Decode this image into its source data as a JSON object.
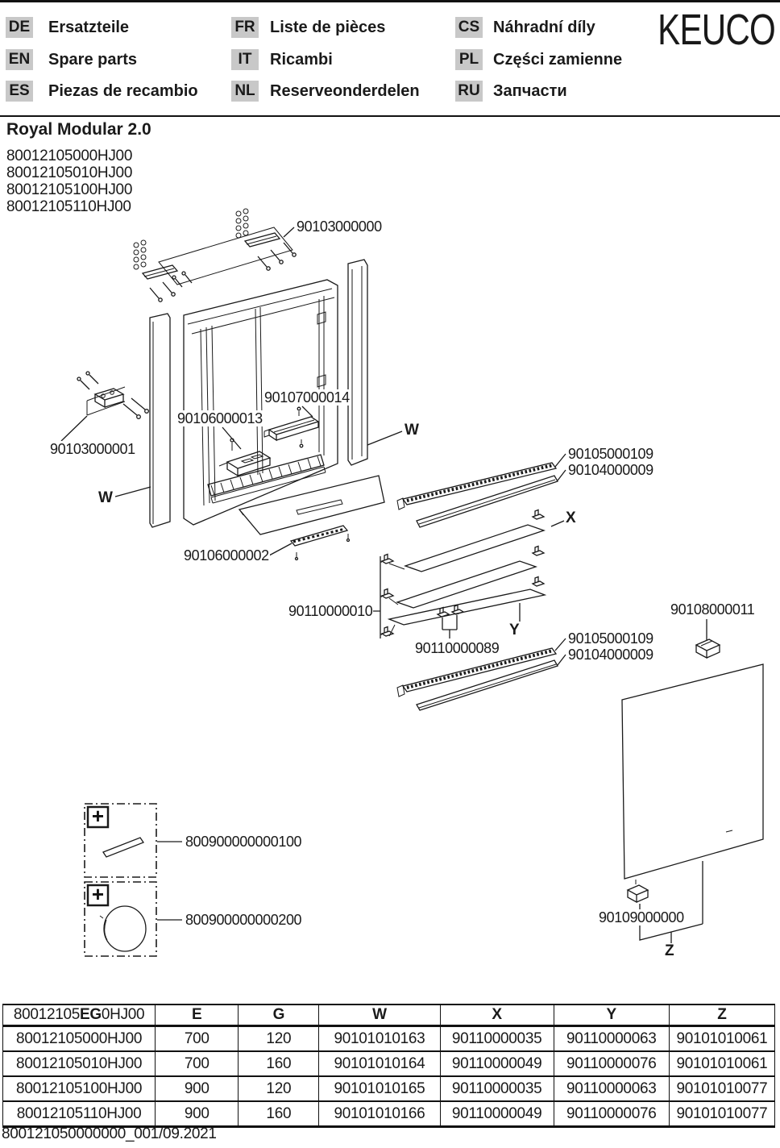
{
  "header": {
    "brand": "KEUCO",
    "languages": [
      {
        "code": "DE",
        "label": "Ersatzteile"
      },
      {
        "code": "EN",
        "label": "Spare parts"
      },
      {
        "code": "ES",
        "label": "Piezas de recambio"
      },
      {
        "code": "FR",
        "label": "Liste de pièces"
      },
      {
        "code": "IT",
        "label": "Ricambi"
      },
      {
        "code": "NL",
        "label": "Reserveonderdelen"
      },
      {
        "code": "CS",
        "label": "Náhradní díly"
      },
      {
        "code": "PL",
        "label": "Części zamienne"
      },
      {
        "code": "RU",
        "label": "Запчасти"
      }
    ]
  },
  "product": {
    "title": "Royal Modular 2.0",
    "variants": [
      "80012105000HJ00",
      "80012105010HJ00",
      "80012105100HJ00",
      "80012105110HJ00"
    ]
  },
  "diagram": {
    "plus_icon": "+",
    "labels": {
      "wall_bracket_top": "90103000000",
      "wall_bracket_side": "90103000001",
      "drive_unit": "90106000013",
      "actuator": "90107000014",
      "w_left": "W",
      "w_right": "W",
      "led_rail_upper": "90105000109",
      "cover_profile_upper": "90104000009",
      "x": "X",
      "led_light_insert": "90106000002",
      "shelf_clips": "90110000010",
      "center_clips": "90110000089",
      "y": "Y",
      "led_rail_lower": "90105000109",
      "cover_profile_lower": "90104000009",
      "mirror_clip_top": "90108000011",
      "accessory_strip": "800900000000100",
      "accessory_mirror": "800900000000200",
      "mirror_clip_bottom": "90109000000",
      "z": "Z"
    }
  },
  "table": {
    "model_prefix": "80012105",
    "model_bold": "EG",
    "model_suffix": "0HJ00",
    "columns": [
      "E",
      "G",
      "W",
      "X",
      "Y",
      "Z"
    ],
    "rows": [
      {
        "model": "80012105000HJ00",
        "e": "700",
        "g": "120",
        "w": "90101010163",
        "x": "90110000035",
        "y": "90110000063",
        "z": "90101010061"
      },
      {
        "model": "80012105010HJ00",
        "e": "700",
        "g": "160",
        "w": "90101010164",
        "x": "90110000049",
        "y": "90110000076",
        "z": "90101010061"
      },
      {
        "model": "80012105100HJ00",
        "e": "900",
        "g": "120",
        "w": "90101010165",
        "x": "90110000035",
        "y": "90110000063",
        "z": "90101010077"
      },
      {
        "model": "80012105110HJ00",
        "e": "900",
        "g": "160",
        "w": "90101010166",
        "x": "90110000049",
        "y": "90110000076",
        "z": "90101010077"
      }
    ]
  },
  "footer": {
    "doc_ref": "800121050000000_001/09.2021"
  }
}
